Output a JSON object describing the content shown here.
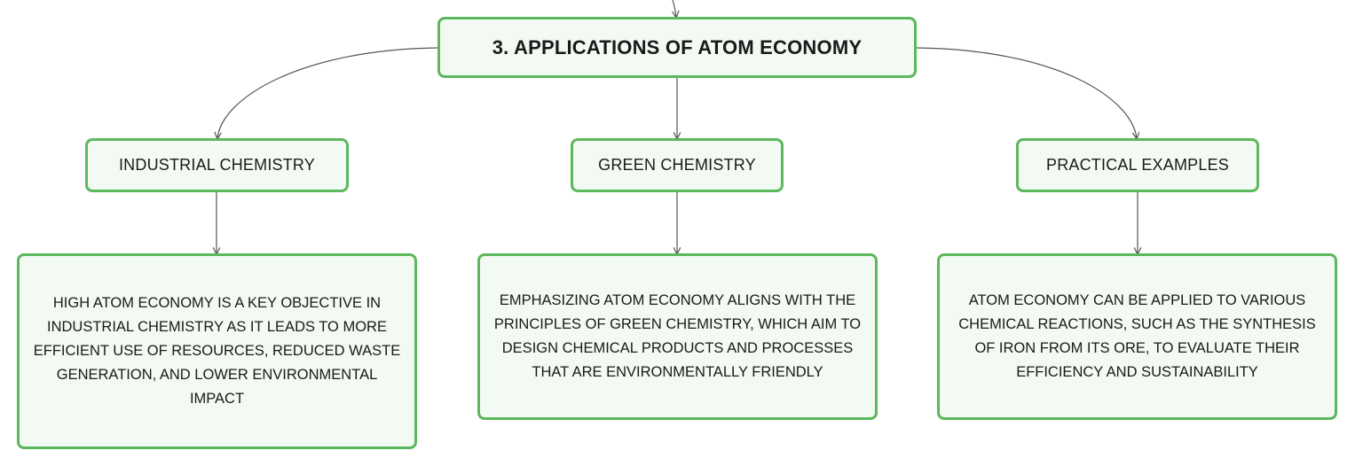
{
  "root": {
    "label": "3. APPLICATIONS OF ATOM ECONOMY"
  },
  "branches": [
    {
      "label": "INDUSTRIAL CHEMISTRY",
      "detail": "HIGH ATOM ECONOMY IS A KEY OBJECTIVE IN INDUSTRIAL CHEMISTRY AS IT LEADS TO MORE EFFICIENT USE OF RESOURCES, REDUCED WASTE GENERATION, AND LOWER ENVIRONMENTAL IMPACT"
    },
    {
      "label": "GREEN CHEMISTRY",
      "detail": "EMPHASIZING ATOM ECONOMY ALIGNS WITH THE PRINCIPLES OF GREEN CHEMISTRY, WHICH AIM TO DESIGN CHEMICAL PRODUCTS AND PROCESSES THAT ARE ENVIRONMENTALLY FRIENDLY"
    },
    {
      "label": "PRACTICAL EXAMPLES",
      "detail": "ATOM ECONOMY CAN BE APPLIED TO VARIOUS CHEMICAL REACTIONS, SUCH AS THE SYNTHESIS OF IRON FROM ITS ORE, TO EVALUATE THEIR EFFICIENCY AND SUSTAINABILITY"
    }
  ],
  "colors": {
    "node_border": "#5cb85c",
    "node_fill": "#f3f9f3",
    "connector": "#555555"
  }
}
